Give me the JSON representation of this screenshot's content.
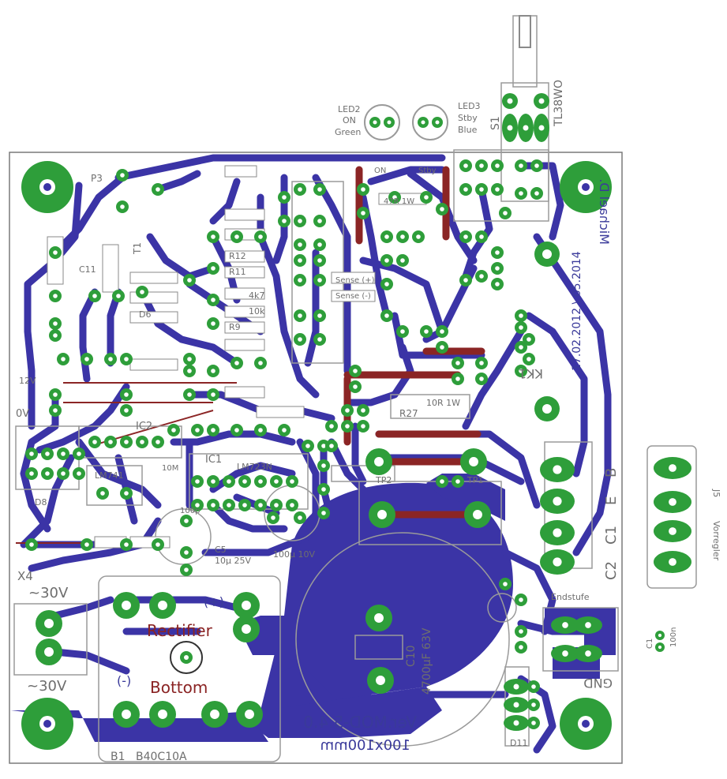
{
  "colors": {
    "copper_bottom": "#3b34a6",
    "pad": "#2e9e3a",
    "drill": "#ffffff",
    "silkscreen": "#8a8a8a",
    "jumper": "#8b2525",
    "board_outline": "#7a7a7a"
  },
  "board": {
    "version": "Ver.MOD-5.4.0",
    "size": "100x100mm",
    "date": "17.02.2012 \\ 05.2014",
    "author": "Michael D."
  },
  "labels": {
    "led2": "LED2",
    "led2_on": "ON",
    "led2_color": "Green",
    "led3": "LED3",
    "led3_stby": "Stby",
    "led3_color": "Blue",
    "s1": "S1",
    "switch_type": "TL38WO",
    "j5": "J5",
    "vorregler": "Vorregler",
    "c1": "C1",
    "c1_val": "100n",
    "x4": "X4",
    "v30_top": "~30V",
    "v30_bottom": "~30V",
    "rectifier": "Rectifier",
    "bottom": "Bottom",
    "b1": "B1",
    "b1_type": "B40C10A",
    "c10": "C10",
    "c10_val": "4700µF 63V",
    "endstufe": "Endstufe",
    "gnd": "GND",
    "kk1": "KK1",
    "tp2": "TP2",
    "tp1": "TP1",
    "c2": "C2",
    "c1_mark": "C1",
    "e_mark": "E",
    "b_mark": "B",
    "ic2": "IC2",
    "lm741": "LM741",
    "ic1": "IC1",
    "lm723n": "LM723N",
    "r27": "R27",
    "r27_val": "10R 1W",
    "p3": "P3",
    "t1": "T1",
    "c11": "C11",
    "d6": "D6",
    "r12": "R12",
    "r11": "R11",
    "r9": "R9",
    "r10_val": "10k",
    "r16_val": "4k7",
    "c5": "C5",
    "c5_val": "10µ 25V",
    "c6_val": "100µ 10V",
    "d8": "D8",
    "d11": "D11",
    "plus_sign": "(+)",
    "minus_sign": "(-)",
    "r14_val": "10M",
    "c13_val": "100p",
    "sense_plus": "Sense (+)",
    "sense_minus": "Sense (-)",
    "stby": "Stby",
    "on": "ON",
    "r47_val": "47R 1W",
    "v12": "12V",
    "v0": "0V"
  }
}
